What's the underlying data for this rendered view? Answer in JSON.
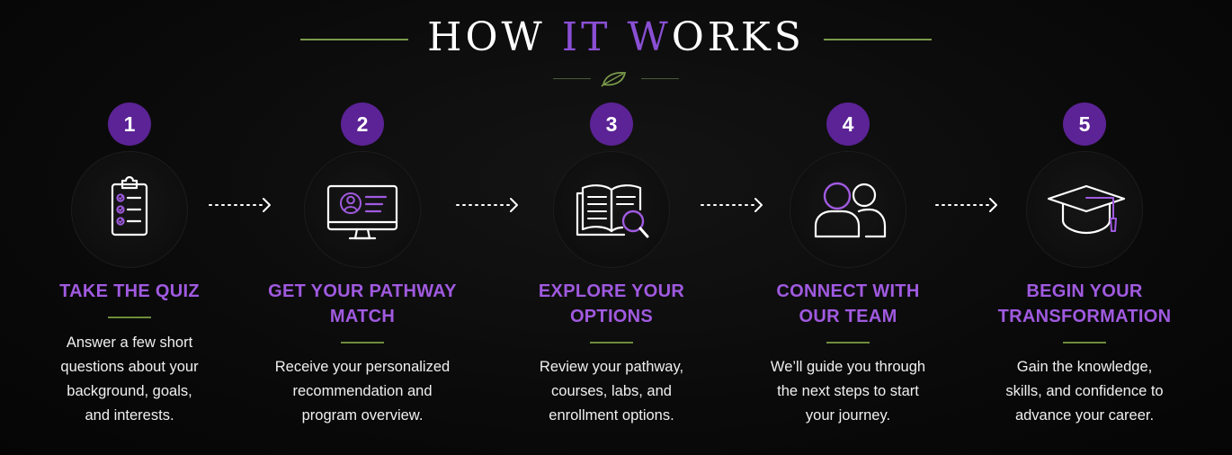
{
  "header": {
    "title_part1": "HOW ",
    "title_accent1": "IT",
    "title_part2": " ",
    "title_accent2": "W",
    "title_part3": "ORKS"
  },
  "colors": {
    "background": "#0a0a0a",
    "accent_purple": "#8a4fd4",
    "badge_purple": "#5b2395",
    "title_purple": "#a05ae0",
    "divider_green": "#6e8c3c",
    "text": "#f0f0f0"
  },
  "steps": [
    {
      "number": "1",
      "icon": "clipboard-checklist-icon",
      "title_lines": [
        "TAKE THE QUIZ"
      ],
      "description_lines": [
        "Answer a few short",
        "questions about your",
        "background, goals,",
        "and interests."
      ]
    },
    {
      "number": "2",
      "icon": "monitor-profile-icon",
      "title_lines": [
        "GET YOUR PATHWAY",
        "MATCH"
      ],
      "description_lines": [
        "Receive your personalized",
        "recommendation and",
        "program overview."
      ]
    },
    {
      "number": "3",
      "icon": "book-magnifier-icon",
      "title_lines": [
        "EXPLORE YOUR",
        "OPTIONS"
      ],
      "description_lines": [
        "Review your pathway,",
        "courses, labs, and",
        "enrollment options."
      ]
    },
    {
      "number": "4",
      "icon": "team-people-icon",
      "title_lines": [
        "CONNECT WITH",
        "OUR TEAM"
      ],
      "description_lines": [
        "We’ll guide you through",
        "the next steps to start",
        "your journey."
      ]
    },
    {
      "number": "5",
      "icon": "graduation-cap-icon",
      "title_lines": [
        "BEGIN YOUR",
        "TRANSFORMATION"
      ],
      "description_lines": [
        "Gain the knowledge,",
        "skills, and confidence to",
        "advance your career."
      ]
    }
  ]
}
